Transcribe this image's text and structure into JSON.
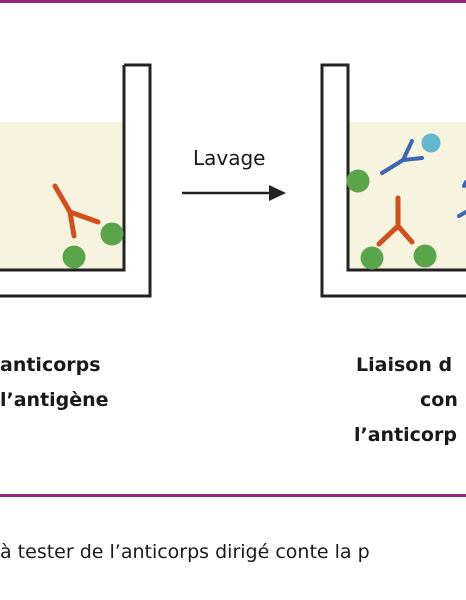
{
  "step_label": "Lavage",
  "captions": {
    "left": [
      "anticorps",
      "l’antigène"
    ],
    "right": [
      "Liaison d",
      "con",
      "l’anticorp"
    ]
  },
  "footer_caption": "à tester de l’anticorps dirigé conte la p",
  "colors": {
    "rule": "#93267f",
    "well_fill": "#f6f3df",
    "antibody": "#d2501e",
    "conjugate": "#3a66b3",
    "antigen": "#5aa54a",
    "enzyme": "#64b7cf",
    "outline": "#222222"
  }
}
